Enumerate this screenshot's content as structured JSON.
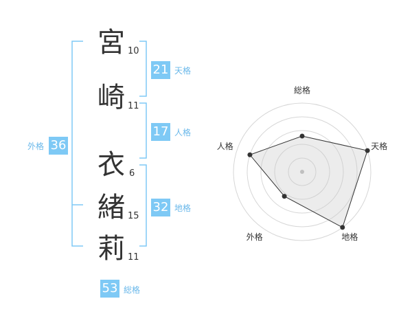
{
  "name": {
    "chars": [
      {
        "char": "宮",
        "strokes": "10"
      },
      {
        "char": "崎",
        "strokes": "11"
      },
      {
        "char": "衣",
        "strokes": "6"
      },
      {
        "char": "緒",
        "strokes": "15"
      },
      {
        "char": "莉",
        "strokes": "11"
      }
    ]
  },
  "fortunes": {
    "tenkaku": {
      "value": "21",
      "label": "天格"
    },
    "jinkaku": {
      "value": "17",
      "label": "人格"
    },
    "chikaku": {
      "value": "32",
      "label": "地格"
    },
    "gaikaku": {
      "value": "36",
      "label": "外格"
    },
    "soukaku": {
      "value": "53",
      "label": "総格"
    }
  },
  "colors": {
    "accent": "#7ec9f5",
    "label": "#6ab8ea",
    "text": "#333333"
  },
  "chart_data": {
    "type": "radar",
    "axes": [
      "総格",
      "天格",
      "地格",
      "外格",
      "人格"
    ],
    "series": [
      {
        "values": [
          2.6,
          5.0,
          5.0,
          2.2,
          4.0
        ]
      }
    ],
    "rlim": [
      0,
      5
    ],
    "rings": 5
  }
}
